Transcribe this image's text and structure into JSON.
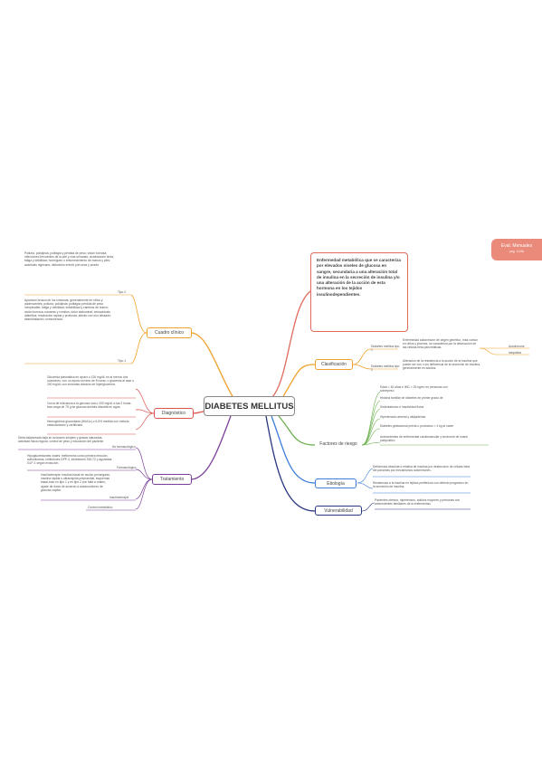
{
  "title": "DIABETES MELLITUS",
  "definition": "Enfermedad metabólica que se caracteriza por elevados niveles de glucosa en sangre, secundaria a una alteración total de insulina en la secreción de insulina y/o una alteración de la acción de esta hormona en los tejidos insulinodependientes.",
  "tag": {
    "label": "Eval. Menuales",
    "sub": "pag. 10/8s"
  },
  "branches": {
    "clasificacion": "Clasificación",
    "cuadro_clinico": "Cuadro clínico",
    "diagnostico": "Diagnóstico",
    "tratamiento": "Tratamiento",
    "factores_riesgo": "Factores de riesgo",
    "etiologia": "Etiología",
    "vulnerabilidad": "Vulnerabilidad"
  },
  "clasificacion": {
    "sub1": "Diabetes mellitus tipo 1",
    "sub1_text": "Enfermedad autoinmune de origen genético, más común en niños y jóvenes, se caracteriza por la destrucción de las células beta pancreáticas.",
    "sub1_leaf1": "Autoinmune",
    "sub1_leaf2": "Idiopática",
    "sub2": "Diabetes mellitus tipo 2",
    "sub2_text": "Alteración de la resistencia a la acción de la insulina que puede ser con o sin deficiencia de la secreción de insulina, generalmente en adultos."
  },
  "factores": [
    "Edad > 45 años e IMC > 25 kg/m² en personas con sobrepeso",
    "Historia familiar de diabetes en primer grado de consanguinidad",
    "Sedentarismo e inactividad física",
    "Hipertensión arterial y dislipidemia",
    "Diabetes gestacional previa o productos > 4 kg al nacer",
    "Antecedentes de enfermedad cardiovascular y síndrome de ovario poliquístico"
  ],
  "etiologia": [
    "Deficiencia absoluta o relativa de insulina por destrucción de células beta del páncreas por mecanismos autoinmunes.",
    "Resistencia a la insulina en tejidos periféricos con defecto progresivo en la secreción de insulina."
  ],
  "vulnerabilidad": "Pacientes obesos, hipertensos, adultos mayores y personas con antecedentes familiares de la enfermedad.",
  "cuadro_clinico": {
    "tipo2_text": "Poliuria, polidipsia, polifagia y pérdida de peso; visión borrosa; infecciones frecuentes de la piel y vías urinarias; cicatrización lenta; fatiga y debilidad; hormigueo o entumecimiento de manos y pies; acantosis nigricans; disfunción eréctil; piel seca y prurito.",
    "tipo2_label": "Tipo 2",
    "tipo1_text": "Aparición brusca de los síntomas, generalmente en niños y adolescentes; poliuria; polidipsia; polifagia; pérdida de peso inexplicable; fatiga y debilidad; irritabilidad y cambios de humor; visión borrosa; náuseas y vómitos; dolor abdominal; cetoacidosis diabética; respiración rápida y profunda; aliento con olor afrutado; deshidratación; somnolencia.",
    "tipo1_label": "Tipo 1"
  },
  "diagnostico": [
    "Glucemia plasmática en ayuno ≥ 126 mg/dL en al menos dos ocasiones, con un ayuno mínimo de 8 horas; o glucemia al azar ≥ 200 mg/dL con síntomas clásicos de hiperglucemia.",
    "Curva de tolerancia a la glucosa oral ≥ 200 mg/dL a las 2 horas tras carga de 75 g de glucosa anhidra disuelta en agua.",
    "Hemoglobina glucosilada (HbA1c) ≥ 6.5% medida con método estandarizado y certificado."
  ],
  "tratamiento": {
    "no_farm_text": "Dieta balanceada baja en azúcares simples y grasas saturadas, actividad física regular, control de peso y educación del paciente.",
    "no_farm_label": "No farmacológico",
    "farm_text": "Hipoglucemiantes orales: metformina como primera elección, sulfonilureas, inhibidores DPP-4, inhibidores SGLT2 y agonistas GLP-1 según evolución.",
    "farm_label": "Farmacológico",
    "insulina_text": "Insulinoterapia: insulina basal de acción prolongada, insulina rápida o ultrarrápida preprandial, esquemas basal-bolo en tipo 1 y en tipo 2 con falla a orales; ajuste de dosis de acuerdo a automonitoreo de glucosa capilar.",
    "insulina_label": "Insulinoterapia",
    "control_label": "Control metabólico"
  }
}
